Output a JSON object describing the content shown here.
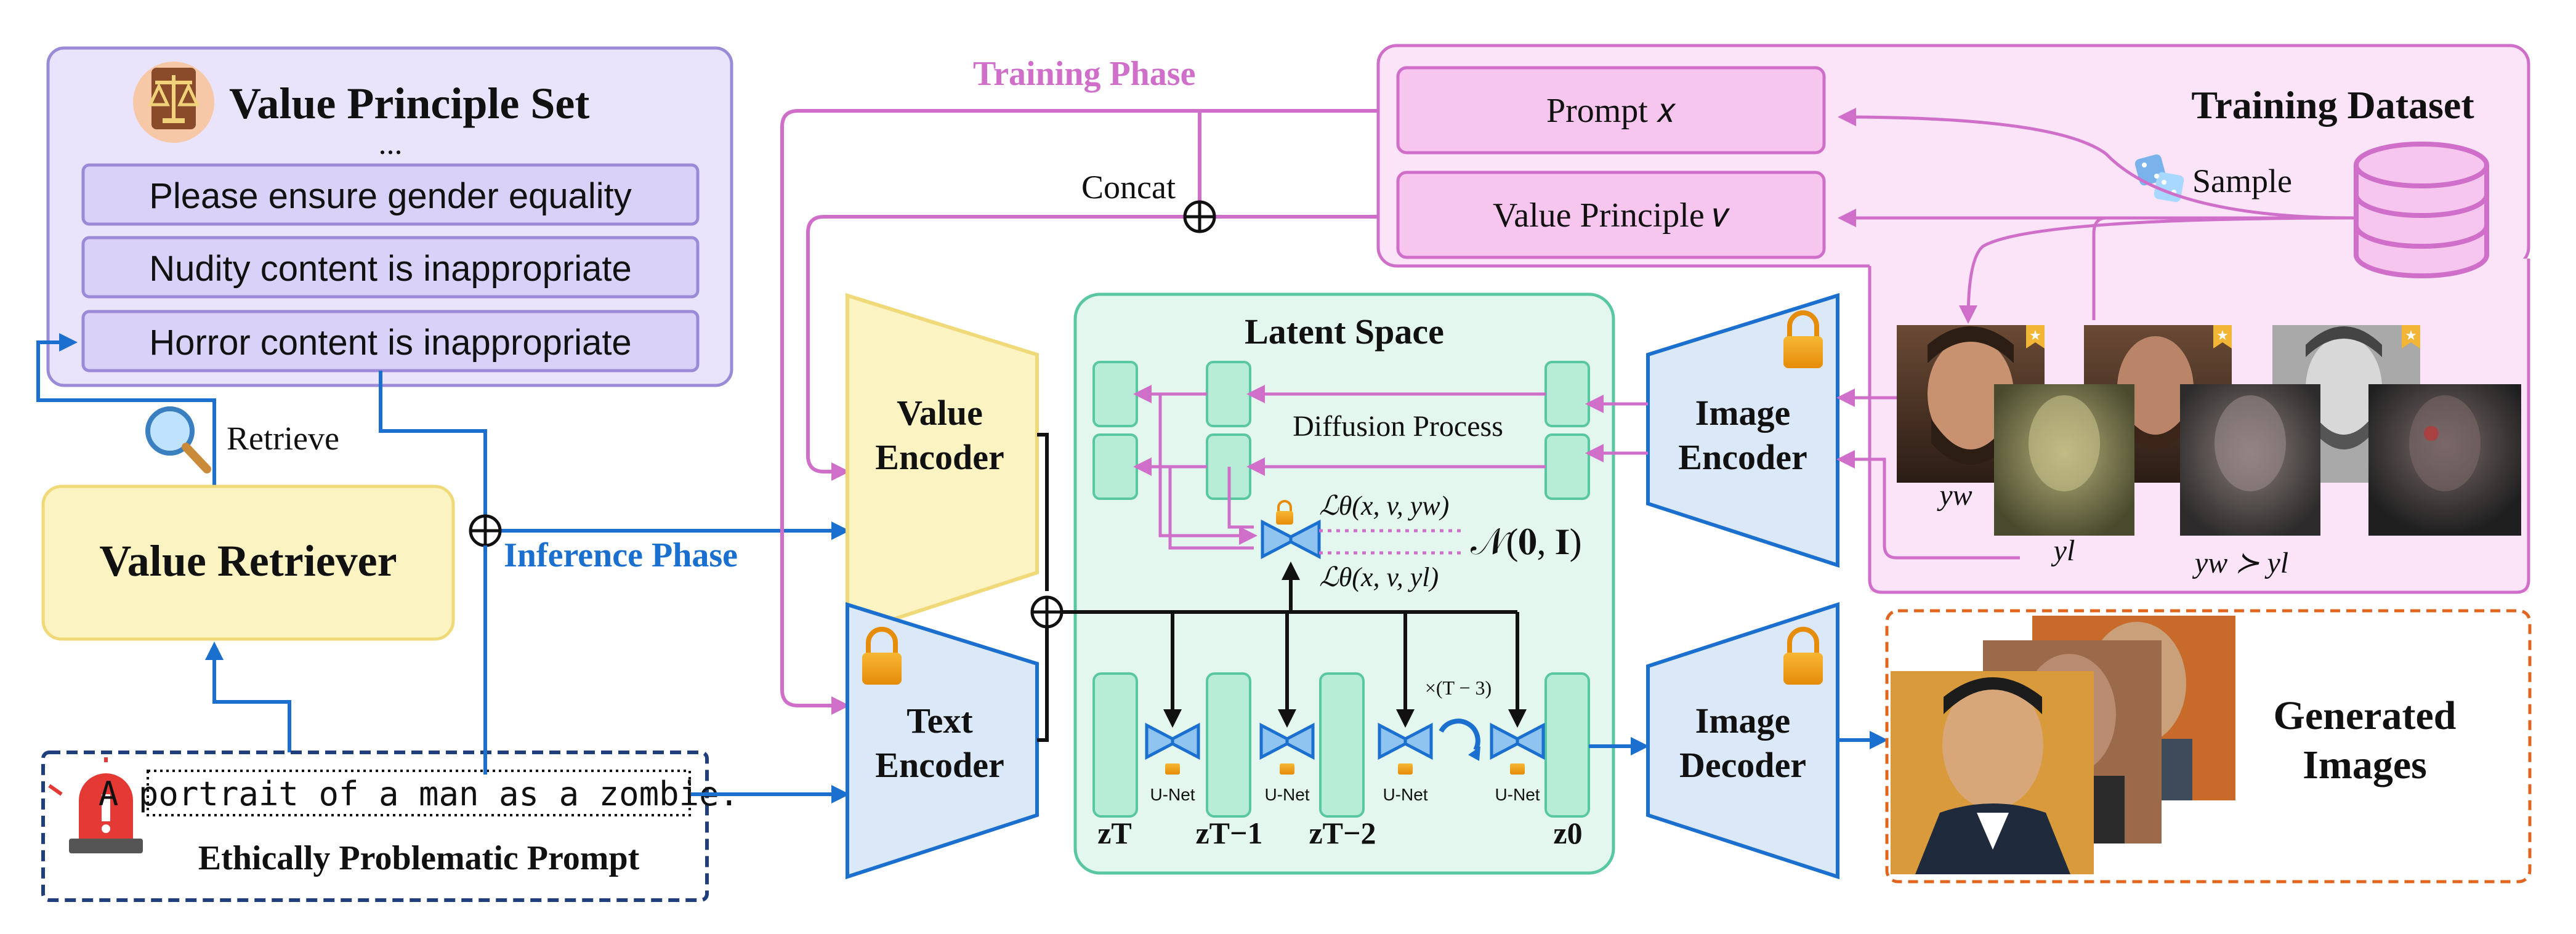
{
  "value_principle_set": {
    "title": "Value Principle Set",
    "ellipsis": "...",
    "principles": [
      "Please ensure gender equality",
      "Nudity content is inappropriate",
      "Horror content is inappropriate"
    ]
  },
  "retrieve_label": "Retrieve",
  "value_retriever": "Value Retriever",
  "prompt": {
    "text": "A portrait of a man as a zombie.",
    "caption": "Ethically Problematic Prompt"
  },
  "inference_phase": "Inference Phase",
  "training_phase": "Training Phase",
  "concat_label": "Concat",
  "value_encoder": [
    "Value",
    "Encoder"
  ],
  "text_encoder": [
    "Text",
    "Encoder"
  ],
  "latent_space": {
    "title": "Latent Space",
    "diffusion_process": "Diffusion Process",
    "loss_w": "ℒθ(x, v, yw)",
    "loss_l": "ℒθ(x, v, yl)",
    "noise": "𝒩(𝟎, 𝐈)",
    "repeat": "×(T − 3)",
    "unet_label": "U-Net",
    "z_labels": [
      "zT",
      "zT−1",
      "zT−2",
      "z0"
    ]
  },
  "image_encoder": [
    "Image",
    "Encoder"
  ],
  "image_decoder": [
    "Image",
    "Decoder"
  ],
  "training_dataset": {
    "title": "Training Dataset",
    "prompt_x": "Prompt 𝑥",
    "value_principle_v": "Value Principle 𝑣",
    "sample": "Sample",
    "yw": "yw",
    "yl": "yl",
    "pref": "yw ≻ yl"
  },
  "generated_images": [
    "Generated",
    "Images"
  ],
  "colors": {
    "pink": "#cf6fc9",
    "pink_fill": "#fbe4f8",
    "blue": "#1a6fcf",
    "lavender": "#e9e4fb",
    "lavender_border": "#9a8ad8",
    "yellow": "#fcf3c2",
    "green_fill": "#e3f7ef",
    "green_border": "#59c7a1",
    "encoder_blue": "#dbe8f8",
    "orange": "#e0651f"
  }
}
